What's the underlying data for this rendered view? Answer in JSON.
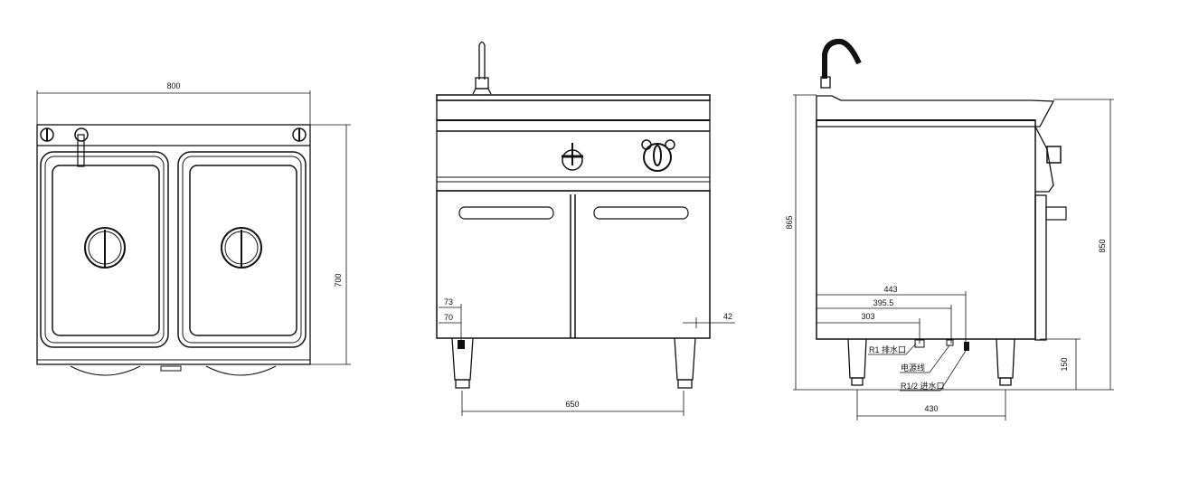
{
  "views": {
    "top": {
      "width": "800",
      "depth": "700"
    },
    "front": {
      "dim_73": "73",
      "dim_70": "70",
      "dim_42": "42",
      "leg_spacing": "650"
    },
    "side": {
      "height_total": "865",
      "height_worktop": "850",
      "leg_height": "150",
      "leg_spacing": "430",
      "dim_443": "443",
      "dim_395_5": "395.5",
      "dim_303": "303",
      "label_drain": "R1 排水口",
      "label_power": "电源线",
      "label_inlet": "R1/2 进水口"
    }
  }
}
